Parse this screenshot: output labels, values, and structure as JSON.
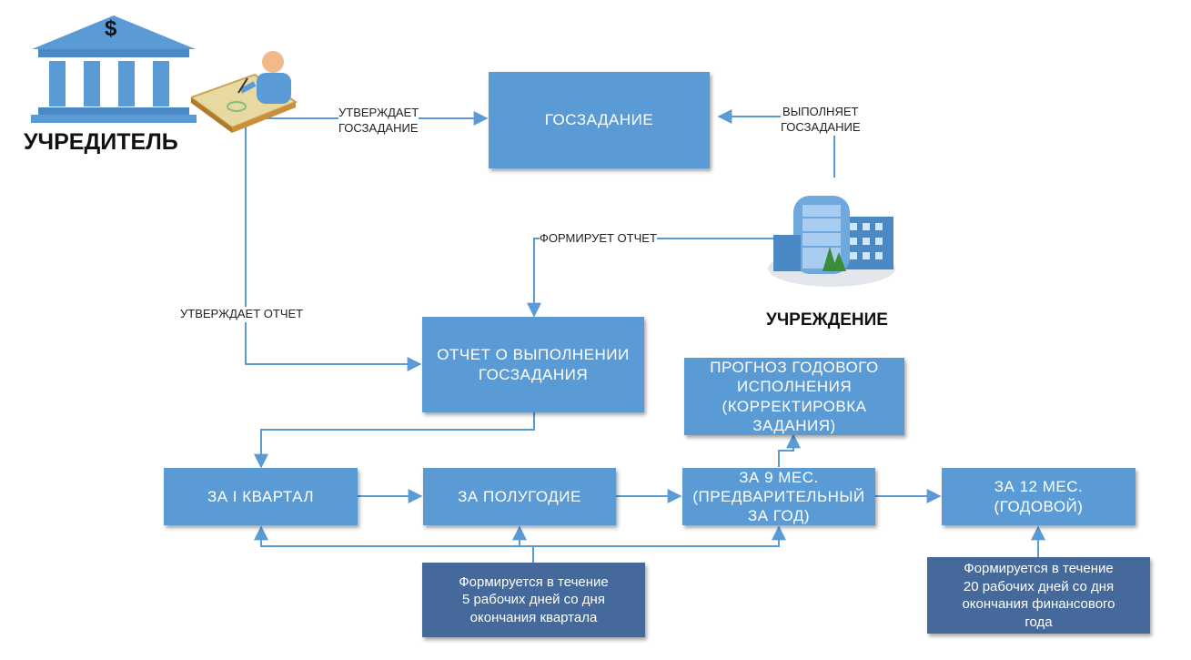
{
  "actors": {
    "founder": "УЧРЕДИТЕЛЬ",
    "institution": "УЧРЕЖДЕНИЕ",
    "dollar": "$"
  },
  "nodes": {
    "goszadanie": "ГОСЗАДАНИЕ",
    "report": "ОТЧЕТ О ВЫПОЛНЕНИИ\nГОСЗАДАНИЯ",
    "forecast": "ПРОГНОЗ ГОДОВОГО\nИСПОЛНЕНИЯ\n(КОРРЕКТИРОВКА\nЗАДАНИЯ)",
    "q1": "ЗА I КВАРТАЛ",
    "half": "ЗА ПОЛУГОДИЕ",
    "nine": "ЗА 9 МЕС.\n(ПРЕДВАРИТЕЛЬНЫЙ\nЗА ГОД)",
    "twelve": "ЗА 12 МЕС.\n(ГОДОВОЙ)"
  },
  "notes": {
    "quarterly": "Формируется в течение\n5 рабочих дней со дня\nокончания квартала",
    "annual": "Формируется в течение\n20 рабочих дней со дня\nокончания финансового\nгода"
  },
  "edges": {
    "approves_task": "УТВЕРЖДАЕТ\nГОСЗАДАНИЕ",
    "executes_task": "ВЫПОЛНЯЕТ\nГОСЗАДАНИЕ",
    "forms_report": "ФОРМИРУЕТ ОТЧЕТ",
    "approves_report": "УТВЕРЖДАЕТ ОТЧЕТ"
  },
  "colors": {
    "box": "#5b9bd5",
    "note": "#44699a",
    "line": "#5b9bd5"
  }
}
